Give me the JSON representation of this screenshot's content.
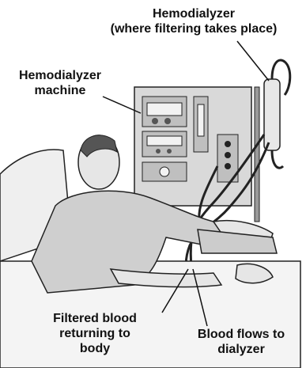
{
  "labels": {
    "hemodialyzer": {
      "line1": "Hemodialyzer",
      "line2": "(where filtering takes place)"
    },
    "machine": {
      "line1": "Hemodialyzer",
      "line2": "machine"
    },
    "filtered_blood": {
      "line1": "Filtered blood",
      "line2": "returning to",
      "line3": "body"
    },
    "blood_flows": {
      "line1": "Blood flows to",
      "line2": "dialyzer"
    }
  },
  "colors": {
    "ink": "#111111",
    "machine": "#d9d9d9",
    "panel": "#bfbfbf",
    "skin": "#e6e6e6",
    "shirt": "#cfcfcf",
    "pillow": "#efefef"
  }
}
